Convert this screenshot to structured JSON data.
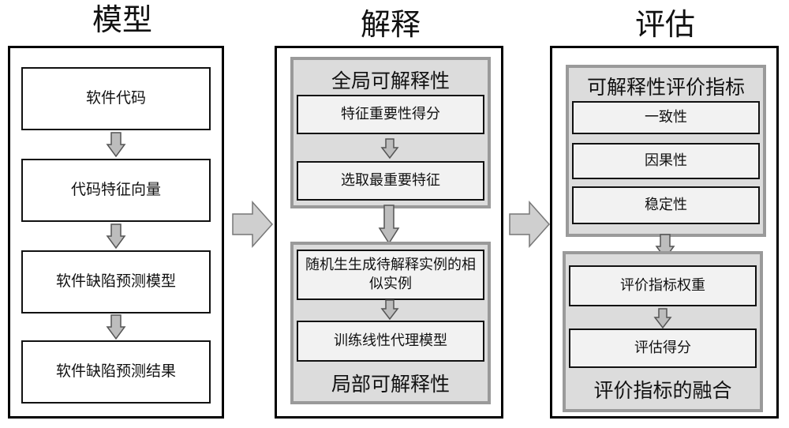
{
  "columns": {
    "model": "模型",
    "explain": "解释",
    "evaluate": "评估"
  },
  "model": {
    "steps": [
      "软件代码",
      "代码特征向量",
      "软件缺陷预测模型",
      "软件缺陷预测结果"
    ]
  },
  "explain": {
    "global": {
      "title": "全局可解释性",
      "steps": [
        "特征重要性得分",
        "选取最重要特征"
      ]
    },
    "local": {
      "title": "局部可解释性",
      "steps": [
        "随机生生成待解释实例的相似实例",
        "训练线性代理模型"
      ]
    }
  },
  "evaluate": {
    "metrics": {
      "title": "可解释性评价指标",
      "items": [
        "一致性",
        "因果性",
        "稳定性"
      ]
    },
    "fusion": {
      "title": "评价指标的融合",
      "steps": [
        "评价指标权重",
        "评估得分"
      ]
    }
  }
}
